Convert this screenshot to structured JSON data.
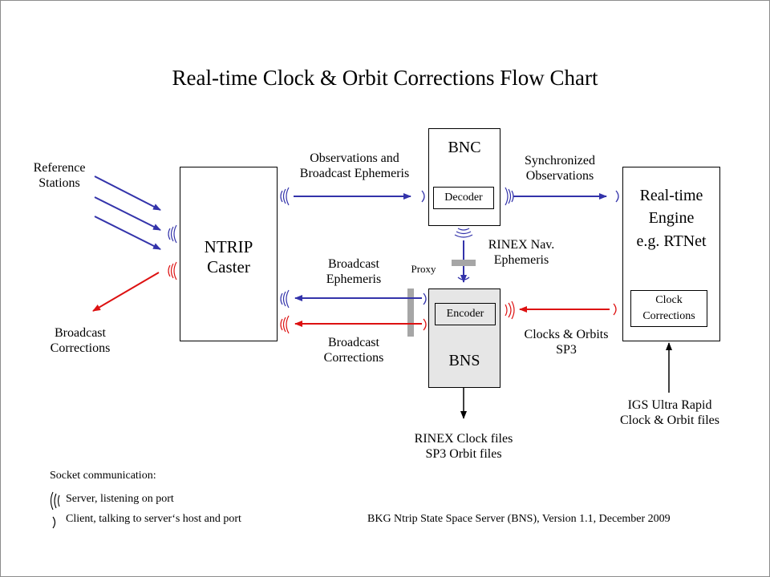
{
  "title": "Real-time Clock & Orbit Corrections Flow Chart",
  "labels": {
    "reference_stations": "Reference\nStations",
    "broadcast_corrections_left": "Broadcast\nCorrections",
    "ntrip_caster": "NTRIP\nCaster",
    "obs_and_broadcast_eph": "Observations and\nBroadcast Ephemeris",
    "bnc": "BNC",
    "decoder": "Decoder",
    "synchronized_observations": "Synchronized\nObservations",
    "realtime_engine": "Real-time\nEngine\ne.g. RTNet",
    "clock_corrections": "Clock\nCorrections",
    "rinex_nav_ephemeris": "RINEX Nav.\nEphemeris",
    "proxy": "Proxy",
    "broadcast_ephemeris": "Broadcast\nEphemeris",
    "broadcast_corrections_mid": "Broadcast\nCorrections",
    "encoder": "Encoder",
    "bns": "BNS",
    "clocks_orbits_sp3": "Clocks & Orbits\nSP3",
    "igs_ultra_rapid": "IGS Ultra Rapid\nClock & Orbit files",
    "rinex_clock_sp3": "RINEX Clock files\nSP3 Orbit files"
  },
  "legend": {
    "heading": "Socket communication:",
    "server": "Server, listening  on port",
    "client": "Client, talking to server‘s host and port"
  },
  "footer": "BKG Ntrip State Space Server  (BNS), Version 1.1, December 2009",
  "colors": {
    "blue": "#3333aa",
    "red": "#dd1111",
    "proxy_bar": "#a6a6a6"
  }
}
